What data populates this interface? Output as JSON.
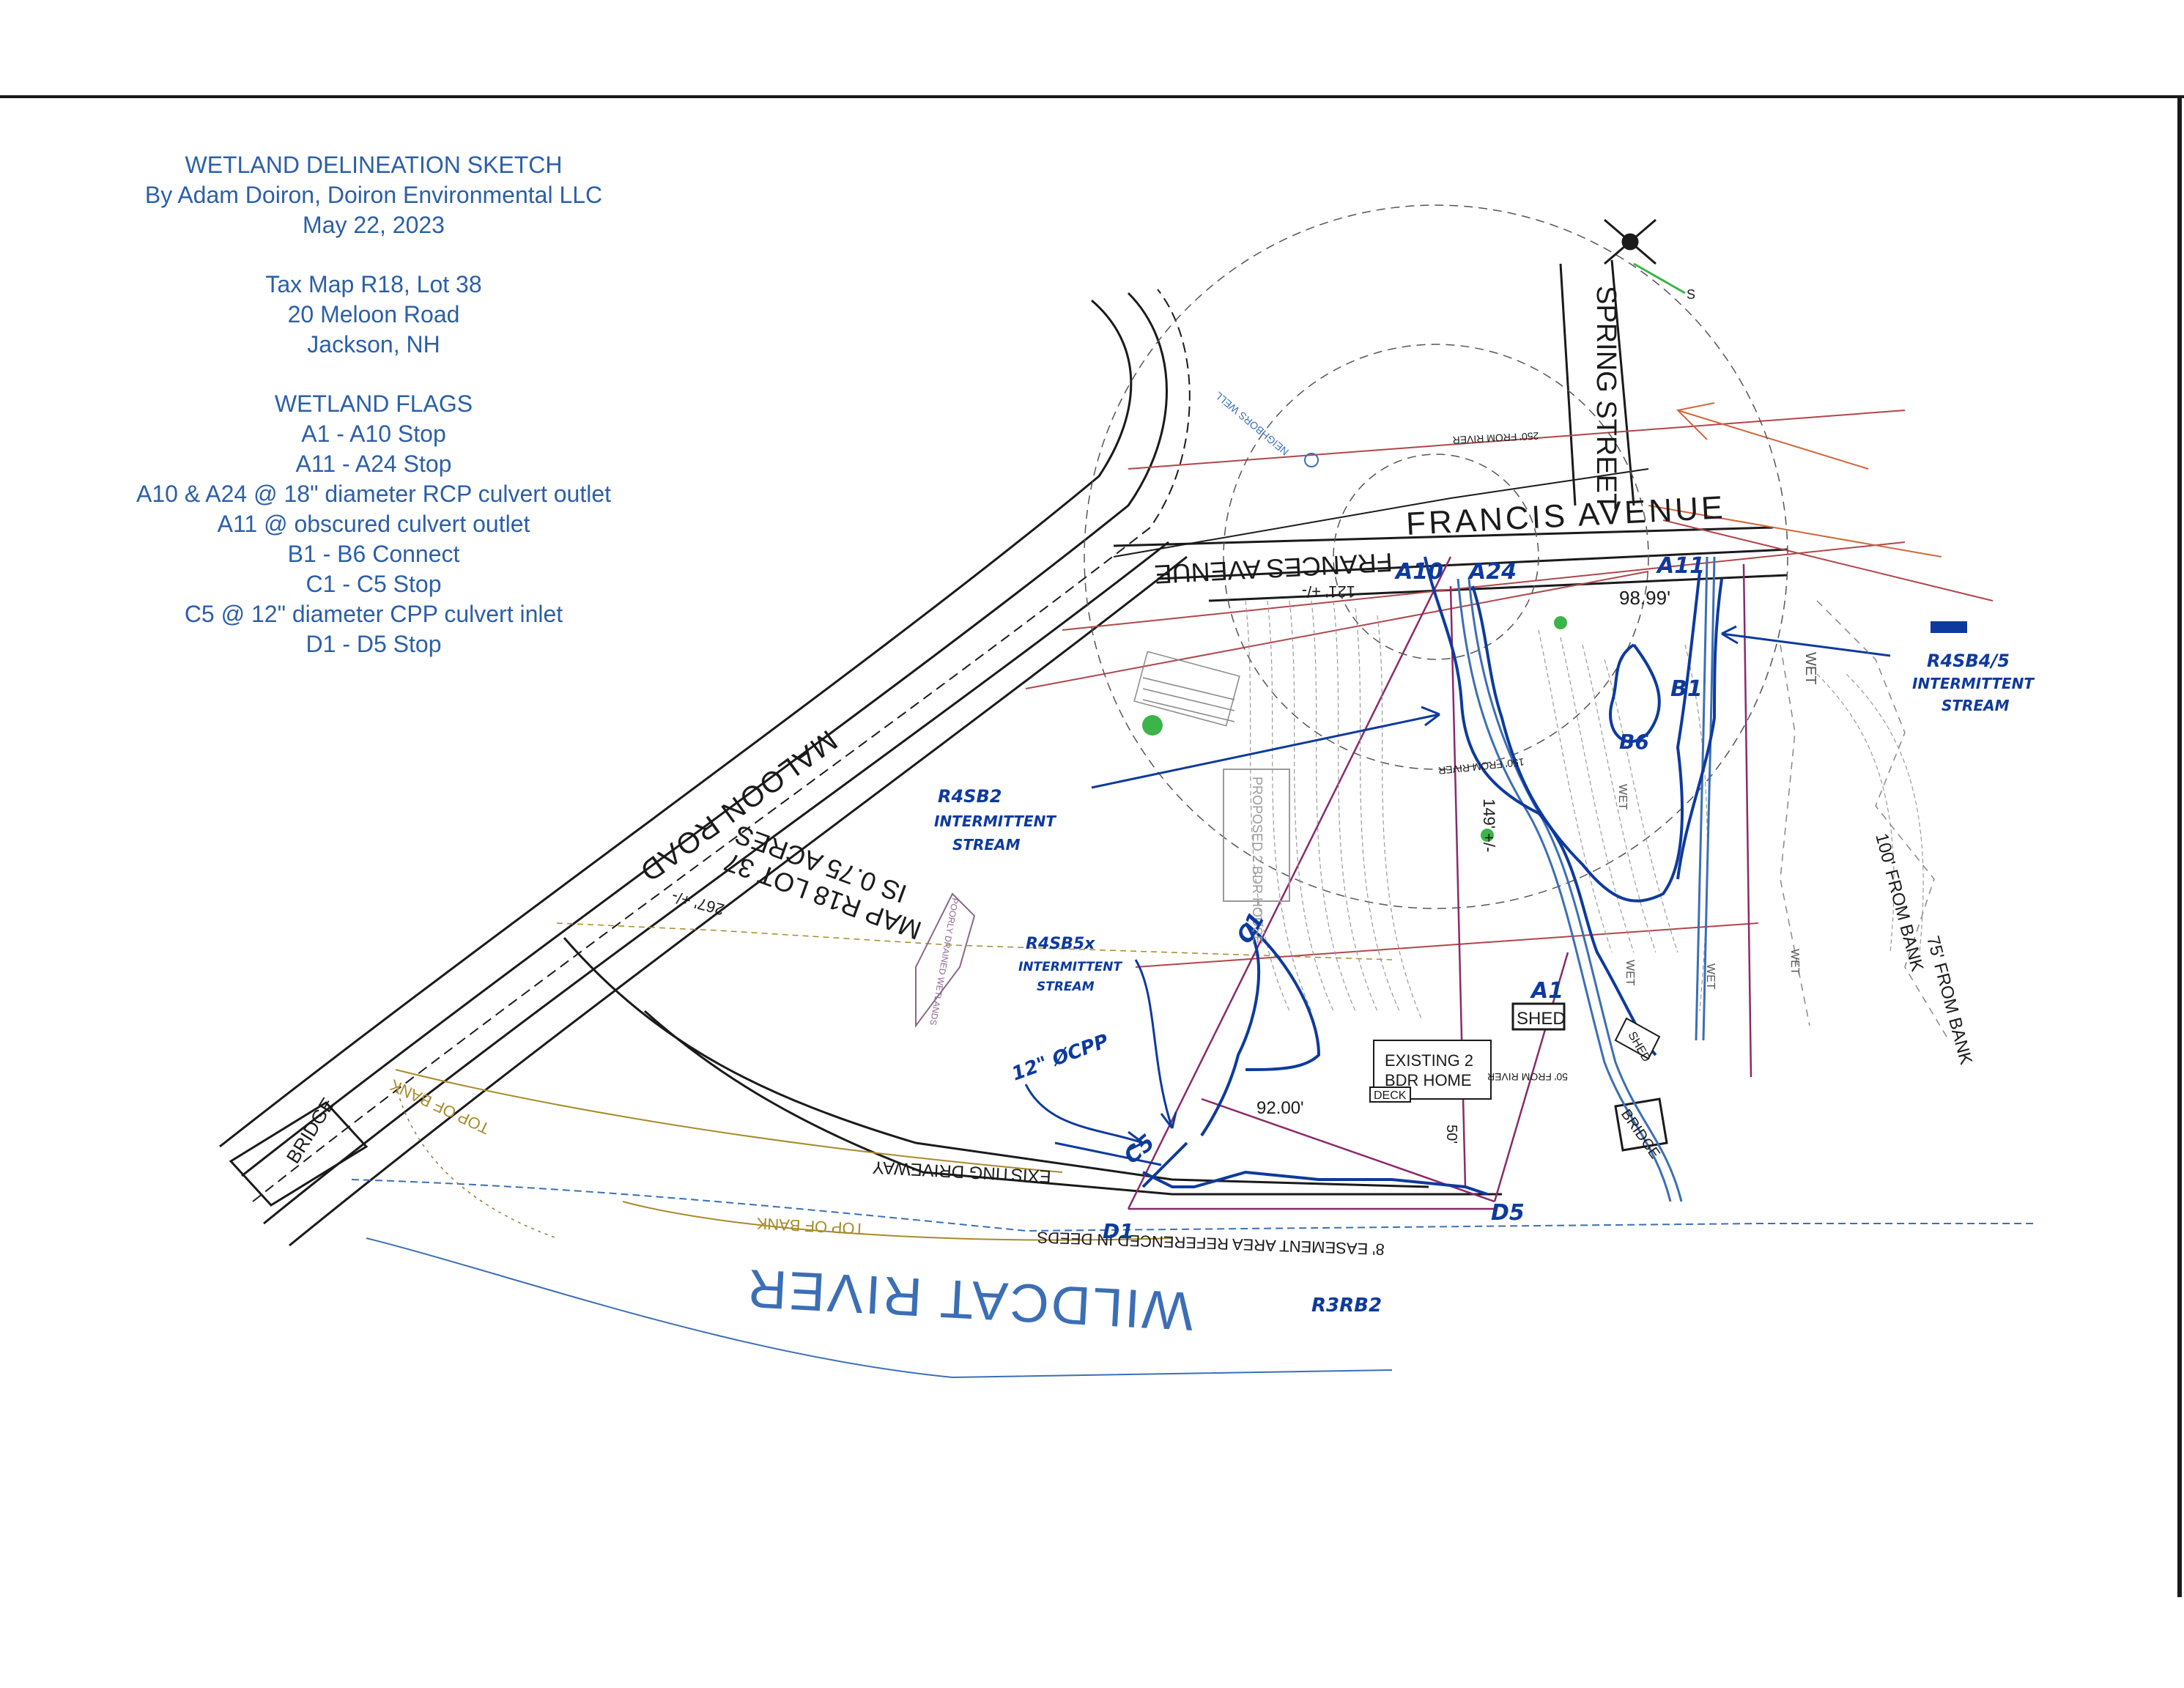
{
  "legend": {
    "title": "WETLAND DELINEATION SKETCH",
    "author": "By Adam Doiron, Doiron Environmental LLC",
    "date": "May 22, 2023",
    "tax_map": "Tax Map R18, Lot 38",
    "address": "20 Meloon Road",
    "town": "Jackson, NH",
    "flags_title": "WETLAND FLAGS",
    "flags": [
      "A1 - A10 Stop",
      "A11 - A24 Stop",
      "A10 & A24 @ 18\" diameter RCP culvert outlet",
      "A11 @ obscured culvert outlet",
      "B1 - B6 Connect",
      "C1 - C5 Stop",
      "C5 @ 12\" diameter CPP culvert inlet",
      "D1 - D5 Stop"
    ]
  },
  "map_labels": {
    "spring_street": "SPRING STREET",
    "francis_avenue": "FRANCIS AVENUE",
    "frances_avenue": "FRANCES AVENUE",
    "meloon_road": "MALOON ROAD",
    "bridge_left": "BRIDGE",
    "bridge_right": "BRIDGE",
    "wildcat_river": "WILDCAT RIVER",
    "existing_driveway": "EXISTING DRIVEWAY",
    "top_of_bank_1": "TOP OF BANK",
    "top_of_bank_2": "TOP OF BANK",
    "easement": "8' EASEMENT AREA REFERENCED IN DEEDS",
    "lot37_line1": "MAP R18 LOT 37",
    "lot37_line2": "IS 0.75 ACRES",
    "existing_home_line1": "EXISTING 2",
    "existing_home_line2": "BDR HOME",
    "deck": "DECK",
    "shed1": "SHED",
    "shed2": "SHED",
    "proposed_house": "PROPOSED 2 BDR HOUSE",
    "dim_98": "98.99'",
    "dim_92": "92.00'",
    "dim_121": "121' +/-",
    "dim_149": "149' +/-",
    "dim_267": "267' +/-",
    "dim_50": "50'",
    "from_river_250": "250' FROM RIVER",
    "from_river_150": "150' FROM RIVER",
    "from_river_50": "50' FROM RIVER",
    "from_bank_100": "100' FROM BANK",
    "from_bank_75": "75' FROM BANK",
    "wet_1": "WET",
    "wet_2": "WET",
    "wet_3": "WET",
    "wet_4": "WET",
    "wet_5": "WET",
    "poorly_drained": "POORLY DRAINED WETLANDS",
    "neighbors_well": "NEIGHBORS WELL",
    "compass_s": "S"
  },
  "handwritten": {
    "a10": "A10",
    "a24": "A24",
    "a11": "A11",
    "a1": "A1",
    "b1": "B1",
    "b6": "B6",
    "c1": "C1",
    "c5": "C5",
    "d1": "D1",
    "d5": "D5",
    "r4sb45_1": "R4SB4/5",
    "r4sb45_2": "INTERMITTENT",
    "r4sb45_3": "STREAM",
    "r4sb2_1": "R4SB2",
    "r4sb2_2": "INTERMITTENT",
    "r4sb2_3": "STREAM",
    "r4sb5x_1": "R4SB5x",
    "r4sb5x_2": "INTERMITTENT",
    "r4sb5x_3": "STREAM",
    "cpp": "12\" ØCPP",
    "r3rb2": "R3RB2"
  },
  "colors": {
    "legend_text": "#2b5fa8",
    "ink_blue": "#0d3a9e",
    "river_blue": "#3b6fb5",
    "road_black": "#1a1a1a",
    "property_purple": "#8a2a6a",
    "setback_red": "#b0464a",
    "bank_gold": "#a88a2a",
    "contour_gray": "#9a9a9a"
  }
}
